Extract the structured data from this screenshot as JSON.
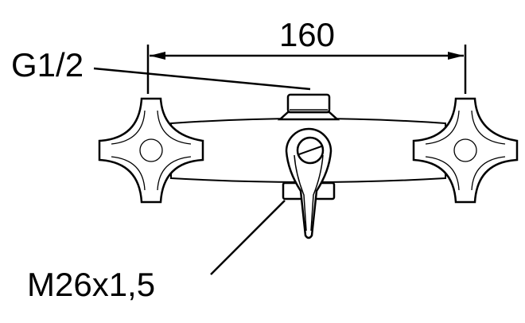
{
  "dimension": {
    "value_label": "160"
  },
  "callouts": {
    "inlet_thread": "G1/2",
    "outlet_thread": "M26x1,5"
  },
  "colors": {
    "line": "#000000",
    "background": "#ffffff"
  }
}
